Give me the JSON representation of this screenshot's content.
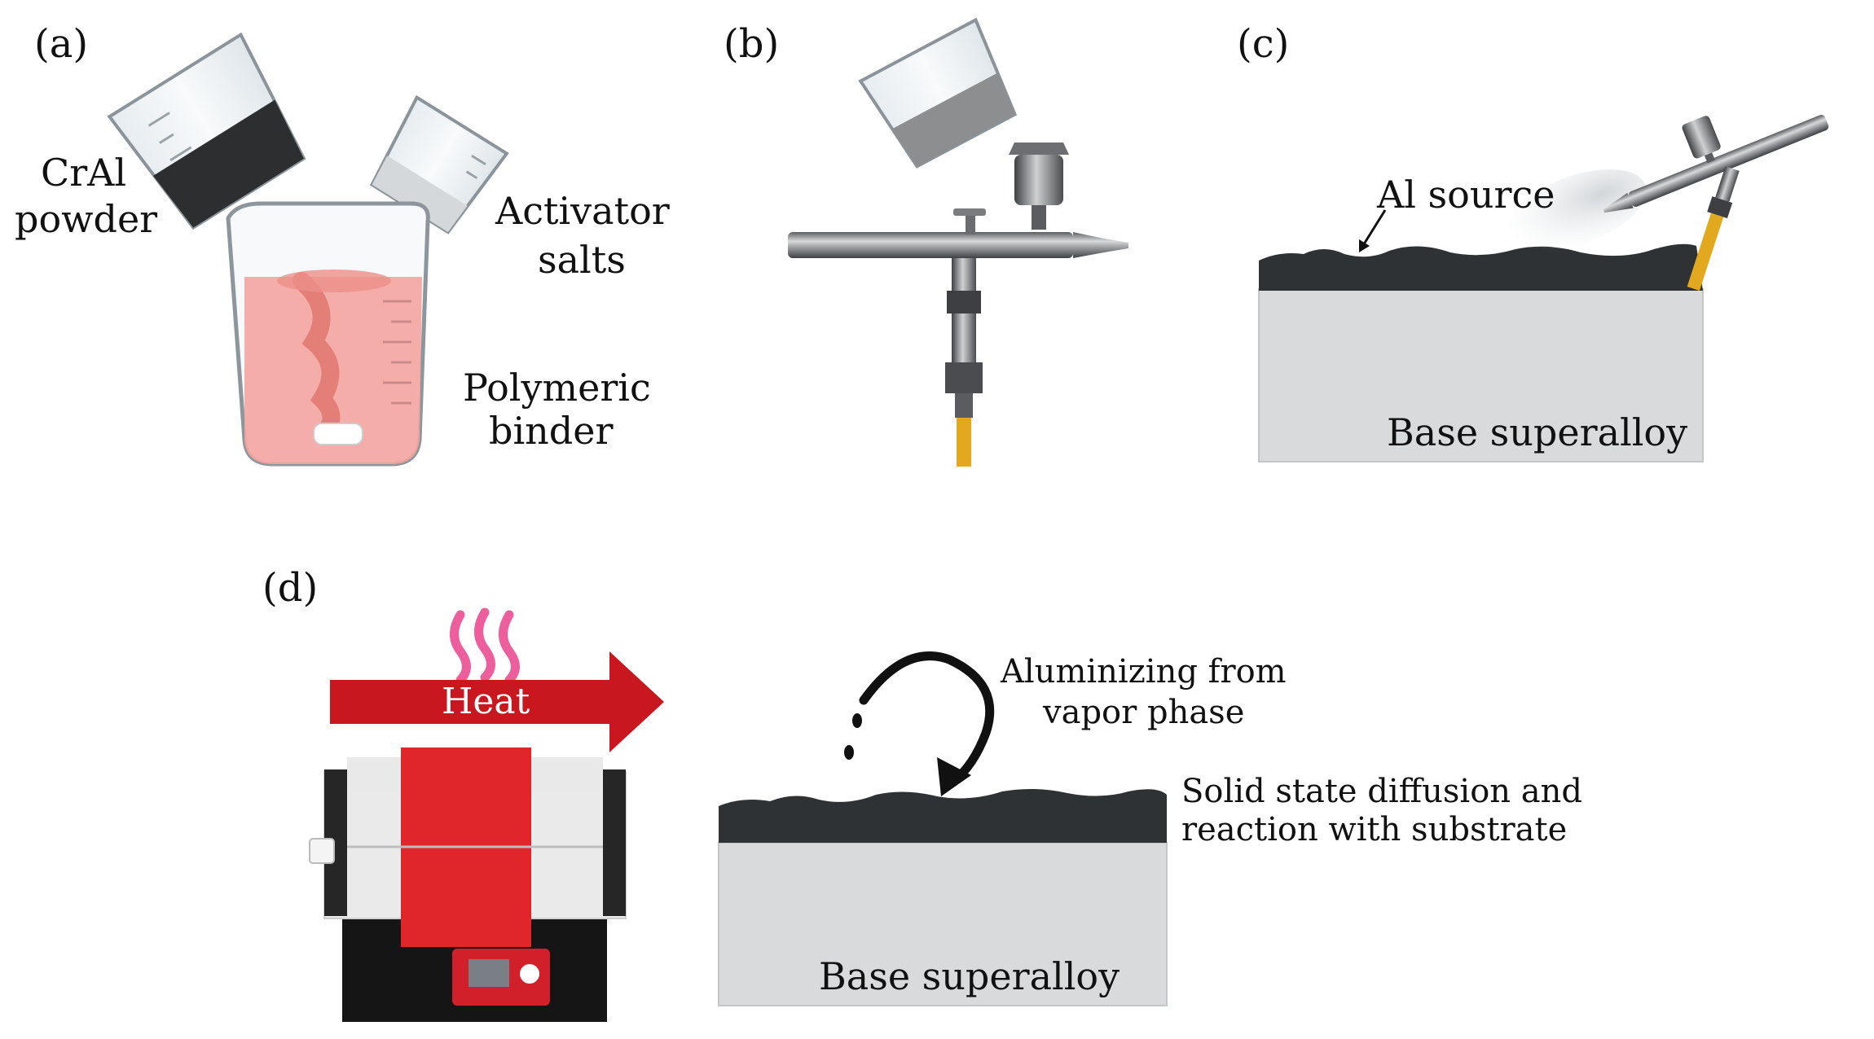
{
  "panel_a": {
    "label": "(a)",
    "crAl_line1": "CrAl",
    "crAl_line2": "powder",
    "activator_line1": "Activator",
    "activator_line2": "salts",
    "binder_line1": "Polymeric",
    "binder_line2": "binder"
  },
  "panel_b": {
    "label": "(b)"
  },
  "panel_c": {
    "label": "(c)",
    "al_source": "Al source",
    "base": "Base superalloy"
  },
  "panel_d": {
    "label": "(d)",
    "heat": "Heat",
    "vapor_line1": "Aluminizing from",
    "vapor_line2": "vapor phase",
    "diffusion_line1": "Solid state diffusion and",
    "diffusion_line2": "reaction with substrate",
    "base": "Base superalloy"
  },
  "colors": {
    "coating": "#2f3234",
    "substrate": "#d9dadc",
    "heat_arrow": "#c8171e",
    "binder_liquid": "#f4a4a0",
    "hose": "#e2a81e",
    "furnace_red": "#e1262b"
  }
}
